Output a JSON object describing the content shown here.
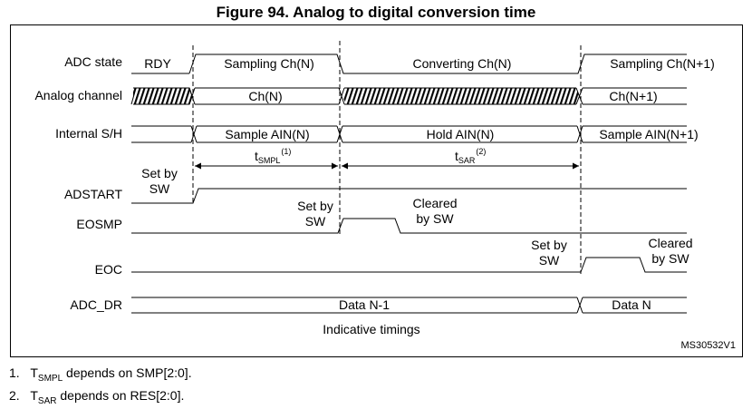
{
  "figure": {
    "title": "Figure 94. Analog to digital conversion time",
    "code": "MS30532V1",
    "caption": "Indicative timings"
  },
  "signals": {
    "adc_state": {
      "name": "ADC state",
      "segments": [
        "RDY",
        "Sampling Ch(N)",
        "Converting Ch(N)",
        "Sampling Ch(N+1)"
      ]
    },
    "analog_channel": {
      "name": "Analog channel",
      "segments": [
        "Ch(N)",
        "Ch(N+1)"
      ]
    },
    "internal_sh": {
      "name": "Internal S/H",
      "segments": [
        "Sample AIN(N)",
        "Hold AIN(N)",
        "Sample AIN(N+1)"
      ]
    },
    "adstart": {
      "name": "ADSTART"
    },
    "eosmp": {
      "name": "EOSMP"
    },
    "eoc": {
      "name": "EOC"
    },
    "adc_dr": {
      "name": "ADC_DR",
      "segments": [
        "Data N-1",
        "Data N"
      ]
    }
  },
  "intervals": {
    "t_smpl": {
      "base": "t",
      "sub": "SMPL",
      "sup": "(1)"
    },
    "t_sar": {
      "base": "t",
      "sub": "SAR",
      "sup": "(2)"
    }
  },
  "annotations": {
    "adstart_set": [
      "Set by",
      "SW"
    ],
    "eosmp_set": [
      "Set by",
      "SW"
    ],
    "eosmp_cleared": [
      "Cleared",
      "by SW"
    ],
    "eoc_set": [
      "Set by",
      "SW"
    ],
    "eoc_cleared": [
      "Cleared",
      "by SW"
    ]
  },
  "notes": [
    {
      "num": "1.",
      "pre": "T",
      "sub": "SMPL",
      "post": " depends on SMP[2:0]."
    },
    {
      "num": "2.",
      "pre": "T",
      "sub": "SAR",
      "post": " depends on RES[2:0]."
    }
  ]
}
